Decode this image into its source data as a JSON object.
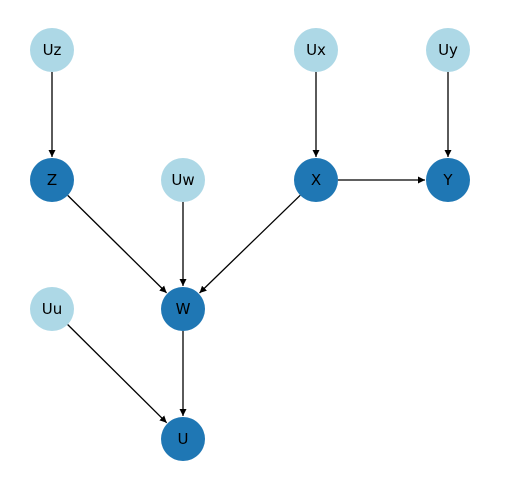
{
  "graph": {
    "colors": {
      "exogenous": "#add8e6",
      "endogenous": "#1f77b4",
      "edge": "#000000",
      "label_on_exogenous": "#000000",
      "label_on_endogenous": "#000000"
    },
    "nodes": [
      {
        "id": "Uz",
        "label": "Uz",
        "kind": "exogenous"
      },
      {
        "id": "Ux",
        "label": "Ux",
        "kind": "exogenous"
      },
      {
        "id": "Uy",
        "label": "Uy",
        "kind": "exogenous"
      },
      {
        "id": "Z",
        "label": "Z",
        "kind": "endogenous"
      },
      {
        "id": "Uw",
        "label": "Uw",
        "kind": "exogenous"
      },
      {
        "id": "X",
        "label": "X",
        "kind": "endogenous"
      },
      {
        "id": "Y",
        "label": "Y",
        "kind": "endogenous"
      },
      {
        "id": "Uu",
        "label": "Uu",
        "kind": "exogenous"
      },
      {
        "id": "W",
        "label": "W",
        "kind": "endogenous"
      },
      {
        "id": "U",
        "label": "U",
        "kind": "endogenous"
      }
    ],
    "edges": [
      {
        "from": "Uz",
        "to": "Z"
      },
      {
        "from": "Ux",
        "to": "X"
      },
      {
        "from": "Uy",
        "to": "Y"
      },
      {
        "from": "X",
        "to": "Y"
      },
      {
        "from": "Z",
        "to": "W"
      },
      {
        "from": "Uw",
        "to": "W"
      },
      {
        "from": "X",
        "to": "W"
      },
      {
        "from": "Uu",
        "to": "U"
      },
      {
        "from": "W",
        "to": "U"
      }
    ]
  }
}
